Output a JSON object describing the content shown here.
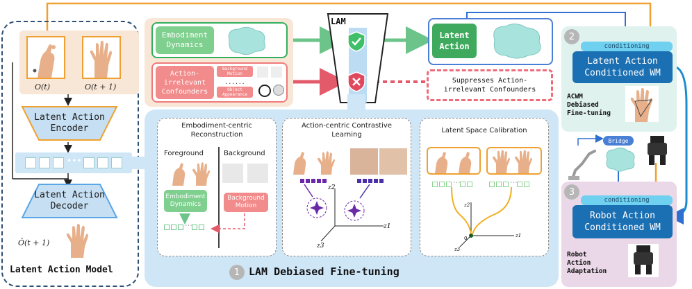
{
  "left": {
    "obs_t": "O(t)",
    "obs_t1": "O(t + 1)",
    "encoder": "Latent Action Encoder",
    "decoder": "Latent Action Decoder",
    "pred": "Ô(t + 1)",
    "model_title": "Latent Action Model"
  },
  "top": {
    "embodiment": "Embodiment Dynamics",
    "confounders": "Action-irrelevant Confounders",
    "chip_bg_motion": "Background Motion",
    "chip_obj_app": "Object Appearance",
    "chip_dots": "......",
    "lam": "LAM",
    "latent_action": "Latent Action",
    "suppresses": "Suppresses Action-irrelevant Confounders"
  },
  "finetune": {
    "num": "1",
    "title": "LAM Debiased Fine-tuning",
    "p1_title": "Embodiment-centric Reconstruction",
    "p1_fg": "Foreground",
    "p1_bg": "Background",
    "p1_emb": "Embodiment Dynamics",
    "p1_bgm": "Background Motion",
    "p2_title": "Action-centric Contrastive Learning",
    "p3_title": "Latent Space Calibration",
    "z1": "z1",
    "z2": "z2",
    "z3": "z3",
    "origin": "0"
  },
  "right": {
    "n2": "2",
    "n3": "3",
    "conditioning": "conditioning",
    "acwm": "Latent Action Conditioned WM",
    "acwm_label": "ACWM Debiased Fine-tuning",
    "bridge": "Bridge",
    "robot_wm": "Robot Action Conditioned WM",
    "robot_label": "Robot Action Adaptation"
  },
  "colors": {
    "orange": "#f0a030",
    "green": "#33b05e",
    "red": "#f07a7a",
    "blue": "#2f7cd3",
    "dark_blue": "#1b6fb3",
    "light_blue": "#cfe6f7",
    "purple": "#6a2aa8"
  }
}
